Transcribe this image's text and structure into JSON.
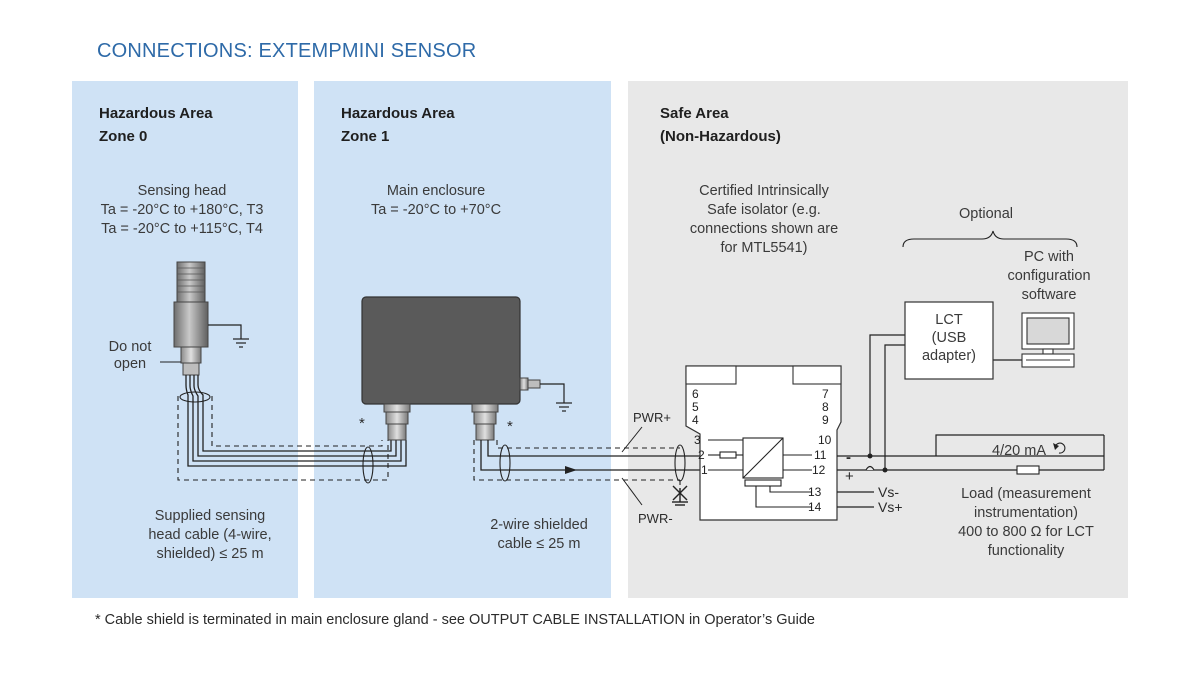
{
  "title": "CONNECTIONS: EXTEMPMINI SENSOR",
  "colors": {
    "hazard_bg": "#cfe2f5",
    "safe_bg": "#e8e8e8",
    "title": "#2e6aa8",
    "enclosure": "#5a5a5a"
  },
  "zones": [
    {
      "name_line1": "Hazardous Area",
      "name_line2": "Zone 0"
    },
    {
      "name_line1": "Hazardous Area",
      "name_line2": "Zone 1"
    },
    {
      "name_line1": "Safe Area",
      "name_line2": "(Non-Hazardous)"
    }
  ],
  "sensing_head": {
    "line1": "Sensing head",
    "line2": "Ta = -20°C to +180°C, T3",
    "line3": "Ta = -20°C to +115°C, T4",
    "warning_line1": "Do not",
    "warning_line2": "open"
  },
  "main_enclosure": {
    "line1": "Main enclosure",
    "line2": "Ta = -20°C to +70°C"
  },
  "isolator": {
    "line1": "Certified Intrinsically",
    "line2": "Safe isolator (e.g.",
    "line3": "connections shown are",
    "line4": "for MTL5541)"
  },
  "optional": "Optional",
  "pc": {
    "line1": "PC with",
    "line2": "configuration",
    "line3": "software"
  },
  "lct": {
    "line1": "LCT",
    "line2": "(USB",
    "line3": "adapter)"
  },
  "signal_label": "4/20 mA",
  "load": {
    "line1": "Load (measurement",
    "line2": "instrumentation)",
    "line3": "400 to 800 Ω for LCT",
    "line4": "functionality"
  },
  "head_cable": {
    "line1": "Supplied sensing",
    "line2": "head cable (4-wire,",
    "line3": "shielded) ≤ 25 m"
  },
  "output_cable": {
    "line1": "2-wire shielded",
    "line2": "cable ≤ 25 m"
  },
  "pwr_plus": "PWR+",
  "pwr_minus": "PWR-",
  "terminals_left": [
    "6",
    "5",
    "4",
    "3",
    "2",
    "1"
  ],
  "terminals_right": [
    "7",
    "8",
    "9",
    "10",
    "11",
    "12",
    "13",
    "14"
  ],
  "polarity": {
    "minus": "-",
    "plus": "+"
  },
  "vs_minus": "Vs-",
  "vs_plus": "Vs+",
  "asterisk": "*",
  "footnote": "* Cable shield is terminated in main enclosure gland - see OUTPUT CABLE INSTALLATION in Operator’s Guide"
}
